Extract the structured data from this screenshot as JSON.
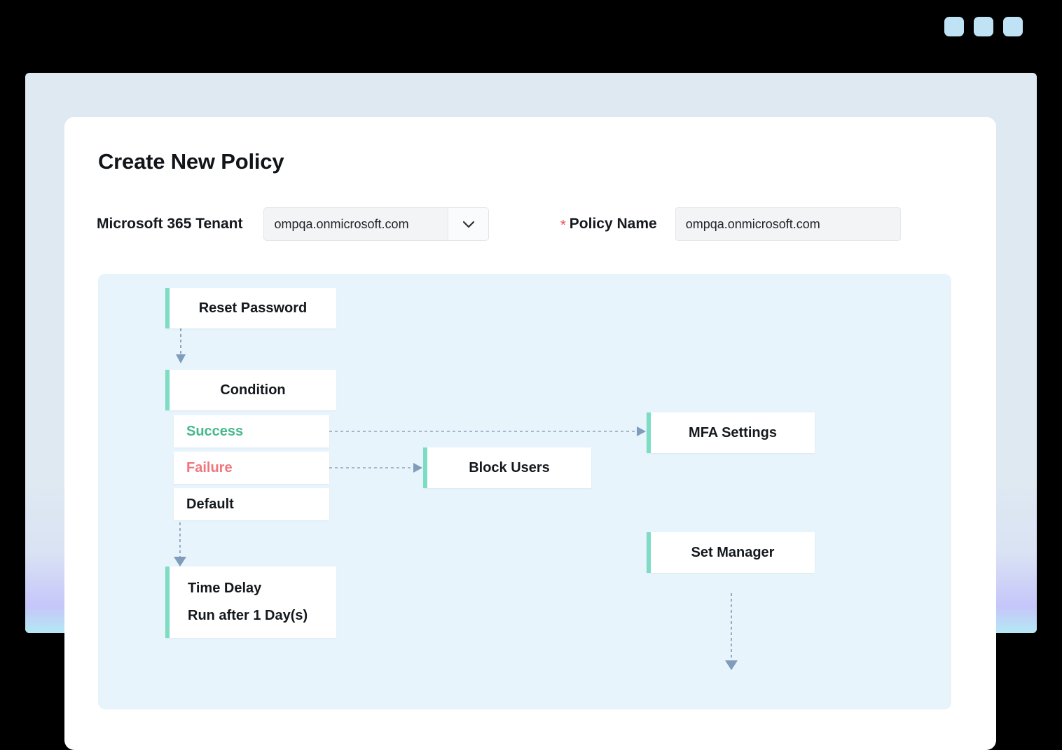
{
  "window": {
    "controls": [
      {
        "name": "window-control-1"
      },
      {
        "name": "window-control-2"
      },
      {
        "name": "window-control-3"
      }
    ]
  },
  "page": {
    "title": "Create New Policy"
  },
  "form": {
    "tenant": {
      "label": "Microsoft 365 Tenant",
      "value": "ompqa.onmicrosoft.com",
      "caret_icon": "chevron-down-icon"
    },
    "policy_name": {
      "required_marker": "*",
      "label": "Policy Name",
      "value": "ompqa.onmicrosoft.com",
      "placeholder": "Policy Name"
    }
  },
  "flow": {
    "nodes": {
      "reset_password": "Reset Password",
      "condition": "Condition",
      "block_users": "Block Users",
      "mfa_settings": "MFA Settings",
      "set_manager": "Set Manager",
      "time_delay_title": "Time Delay",
      "time_delay_detail": "Run after 1 Day(s)"
    },
    "branches": [
      {
        "label": "Success",
        "dot_color": "#3fb984"
      },
      {
        "label": "Failure",
        "dot_color": "#ef5d62"
      },
      {
        "label": "Default",
        "dot_color": "#3fb984"
      }
    ]
  },
  "colors": {
    "node_accent": "#7ddcc4",
    "canvas_bg": "#e8f4fc",
    "page_bg": "#dee9f2",
    "success": "#46b98c",
    "failure": "#f0767c",
    "required_star": "#ef4d55",
    "connector": "#8ca3bd",
    "window_control": "#bfe3f5"
  }
}
